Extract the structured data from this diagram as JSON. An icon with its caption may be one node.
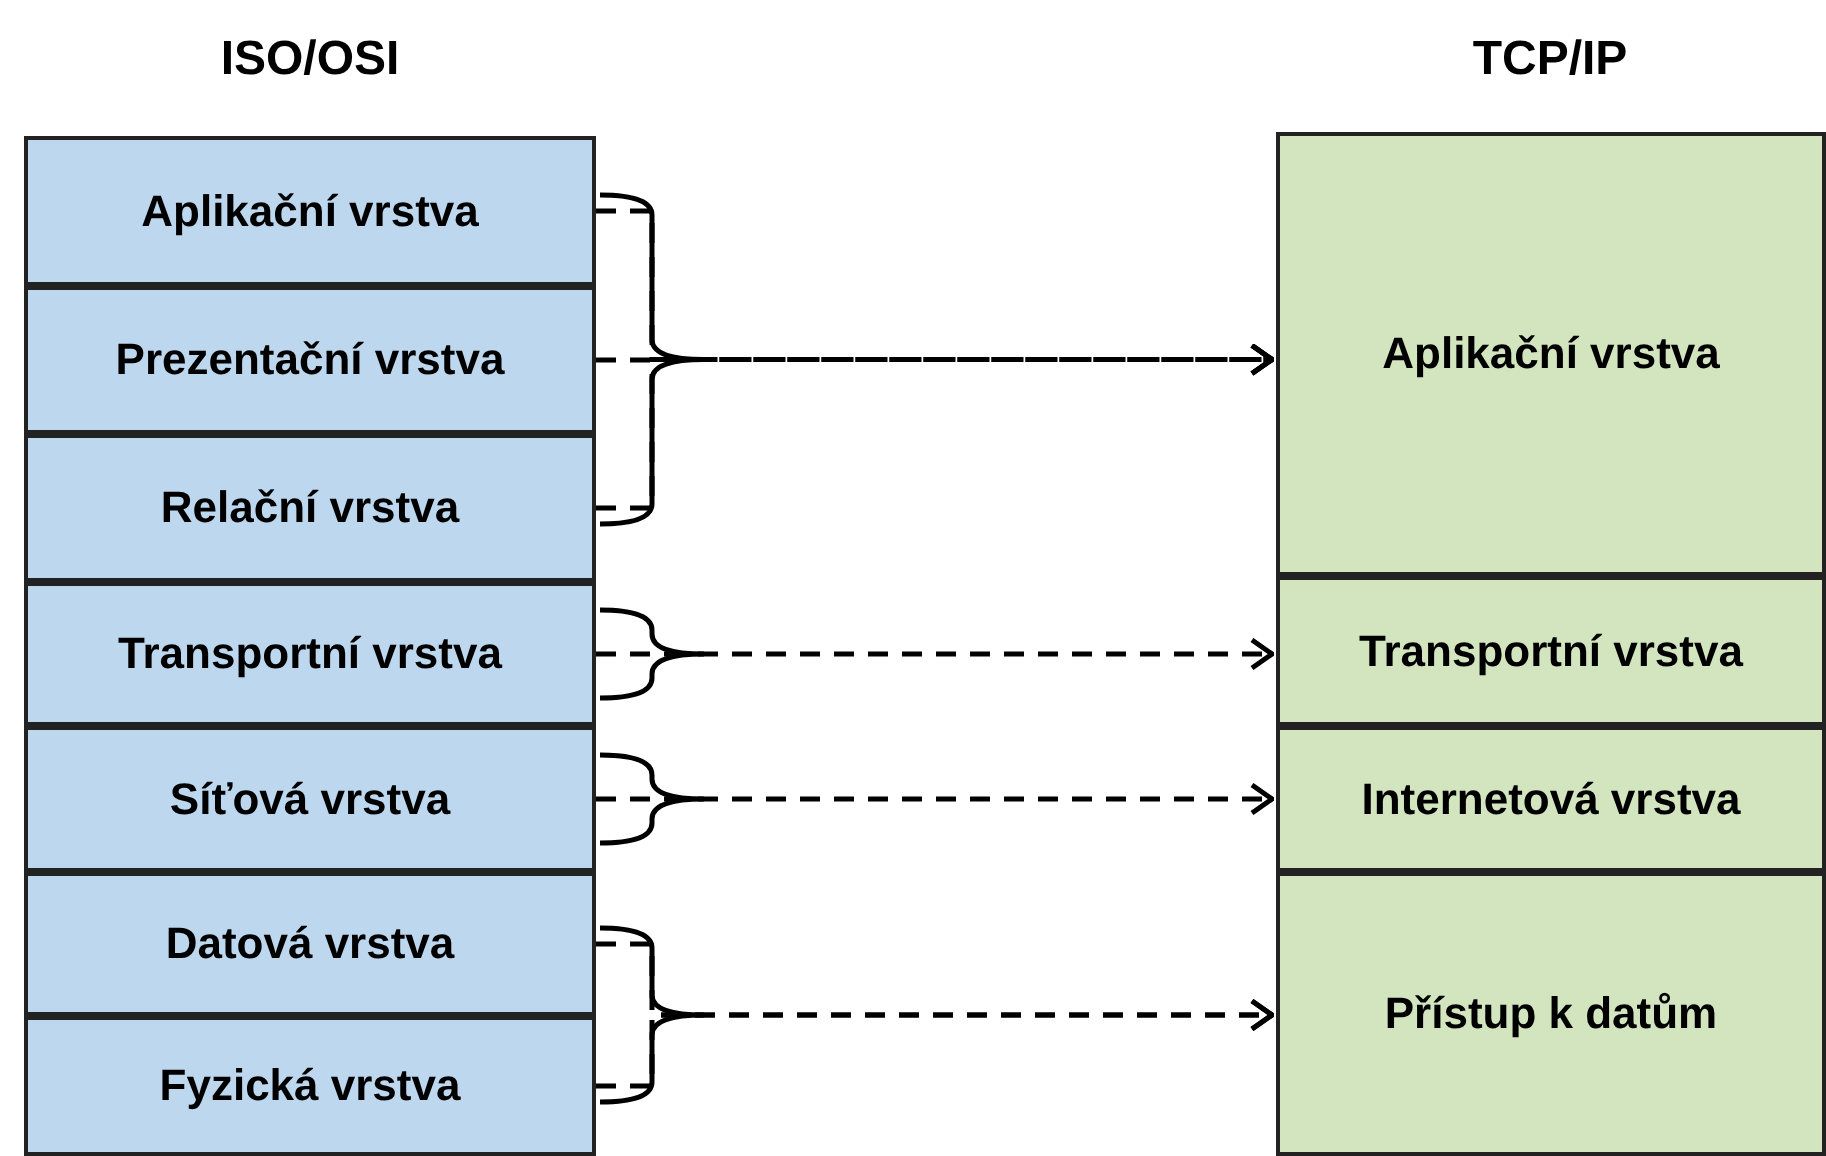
{
  "diagram": {
    "nodes": [
      {
        "text": [
          "Aplikační vrstva"
        ]
      },
      {
        "text": [
          "Prezentační vrstva"
        ]
      },
      {
        "text": [
          "Relační vrstva"
        ]
      },
      {
        "text": [
          "Transportní vrstva"
        ]
      },
      {
        "text": [
          "Síťová vrstva"
        ]
      },
      {
        "text": [
          "Datová vrstva"
        ]
      },
      {
        "text": [
          "Fyzická vrstva"
        ]
      },
      {
        "text": [
          "Aplikační vrstva"
        ]
      },
      {
        "text": [
          "Transportní vrstva"
        ]
      },
      {
        "text": [
          "Internetová vrstva"
        ]
      },
      {
        "text": [
          "Přístup k datům"
        ]
      }
    ],
    "edges": [
      {
        "from": 0,
        "to": 7,
        "arrow": "to",
        "style": "dashed"
      },
      {
        "from": 1,
        "to": 7,
        "arrow": "to",
        "style": "dashed"
      },
      {
        "from": 2,
        "to": 7,
        "arrow": "to",
        "style": "dashed"
      },
      {
        "from": 3,
        "to": 8,
        "arrow": "to",
        "style": "dashed"
      },
      {
        "from": 4,
        "to": 9,
        "arrow": "to",
        "style": "dashed"
      },
      {
        "from": 5,
        "to": 10,
        "arrow": "to",
        "style": "dashed"
      },
      {
        "from": 6,
        "to": 10,
        "arrow": "to",
        "style": "dashed"
      }
    ],
    "labels": [
      "ISO/OSI",
      "TCP/IP"
    ]
  }
}
